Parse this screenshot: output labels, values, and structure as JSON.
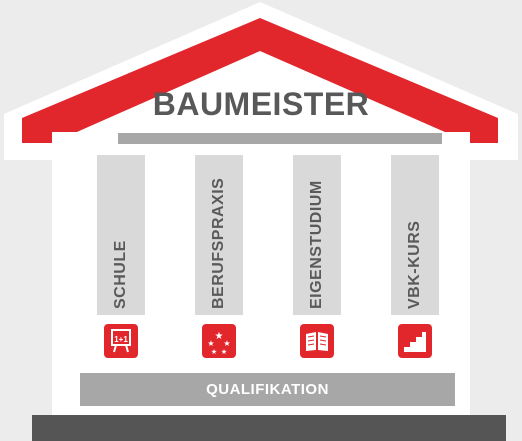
{
  "title": "BAUMEISTER",
  "pillars": [
    {
      "label": "SCHULE",
      "icon": "blackboard-1plus1-icon"
    },
    {
      "label": "BERUFSPRAXIS",
      "icon": "stars-icon"
    },
    {
      "label": "EIGENSTUDIUM",
      "icon": "open-book-icon"
    },
    {
      "label": "VBK-KURS",
      "icon": "stairs-icon"
    }
  ],
  "base_label": "QUALIFIKATION",
  "colors": {
    "accent": "#e1262c",
    "grey_dark": "#585858",
    "grey_light": "#d9d9d9",
    "background": "#ececec",
    "house_body": "#ffffff"
  }
}
